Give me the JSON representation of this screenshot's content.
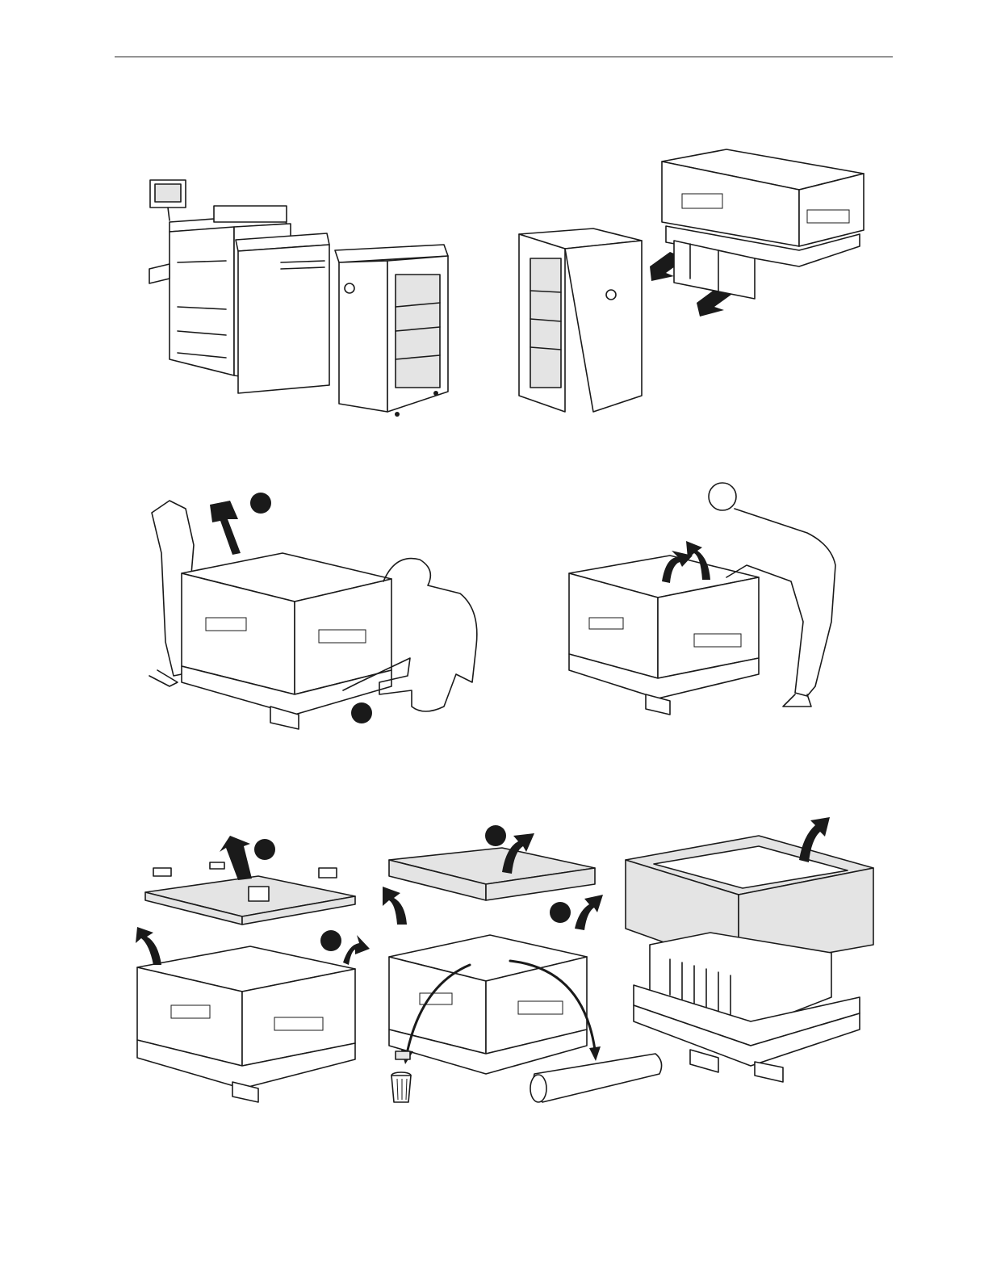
{
  "page": {
    "header_rule": true,
    "ink_color": "#1a1a1a",
    "panel_fill": "#e4e4e4"
  },
  "figures": [
    {
      "name": "printer-system-overview",
      "step_marker": ""
    },
    {
      "name": "move-module-from-pallet",
      "step_marker": ""
    },
    {
      "name": "remove-plastic-wrap",
      "step_markers": [
        "",
        ""
      ]
    },
    {
      "name": "remove-straps",
      "step_marker": ""
    },
    {
      "name": "remove-top-cover-and-corners",
      "step_markers": [
        "",
        ""
      ]
    },
    {
      "name": "remove-inner-tray-and-bags",
      "step_markers": [
        "",
        ""
      ]
    },
    {
      "name": "lift-outer-box",
      "step_marker": ""
    }
  ],
  "icons": [
    "arrow-up-curved-icon",
    "arrow-down-left-icon",
    "step-marker-icon",
    "trash-can-icon",
    "handling-label-icon"
  ]
}
